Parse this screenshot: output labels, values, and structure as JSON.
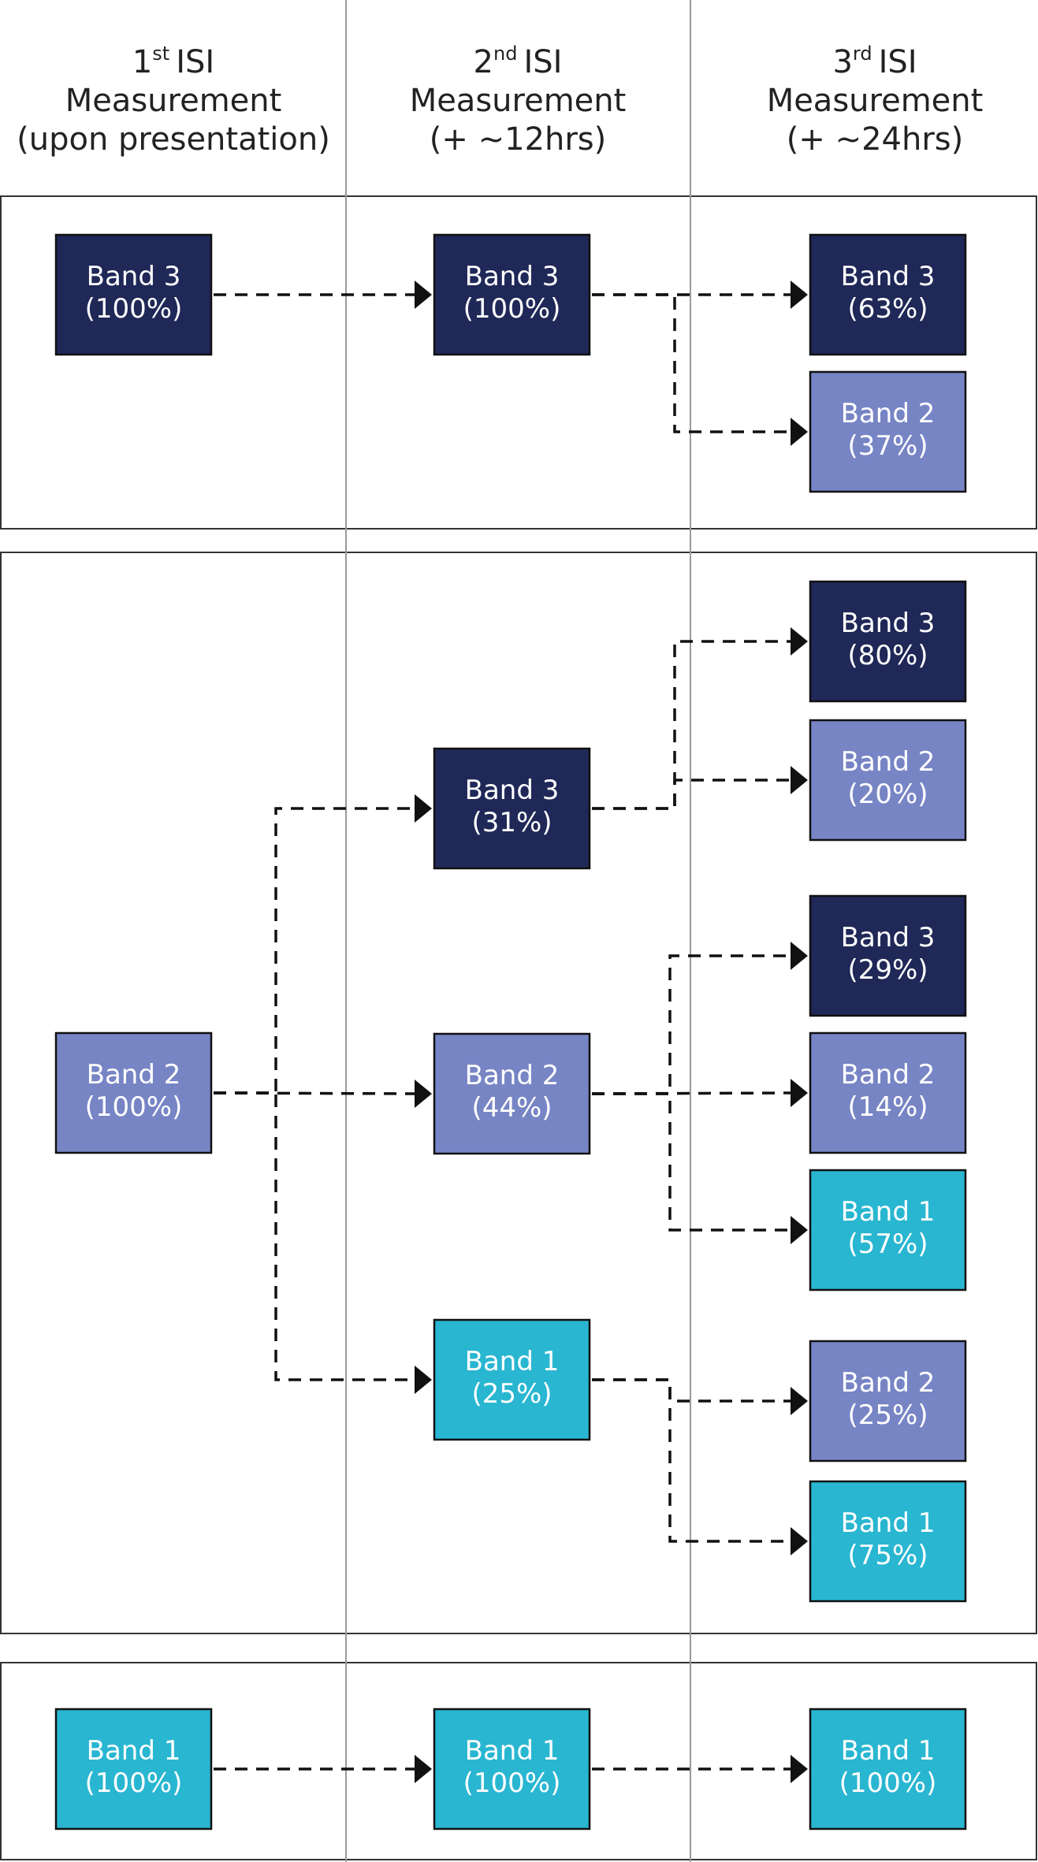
{
  "colors": {
    "band3": "#1f2857",
    "band2": "#7785c5",
    "band1": "#29b6d1"
  },
  "headers": [
    {
      "ordinal": "1",
      "suffix": "st",
      "word": "ISI",
      "line2": "Measurement",
      "line3": "(upon presentation)"
    },
    {
      "ordinal": "2",
      "suffix": "nd",
      "word": "ISI",
      "line2": "Measurement",
      "line3": "(+ ~12hrs)"
    },
    {
      "ordinal": "3",
      "suffix": "rd",
      "word": "ISI",
      "line2": "Measurement",
      "line3": "(+ ~24hrs)"
    }
  ],
  "nodes": [
    {
      "id": "p1-c1",
      "band": "band3",
      "label": "Band 3",
      "pct": "(100%)"
    },
    {
      "id": "p1-c2",
      "band": "band3",
      "label": "Band 3",
      "pct": "(100%)"
    },
    {
      "id": "p1-c3a",
      "band": "band3",
      "label": "Band 3",
      "pct": "(63%)"
    },
    {
      "id": "p1-c3b",
      "band": "band2",
      "label": "Band 2",
      "pct": "(37%)"
    },
    {
      "id": "p2-c1",
      "band": "band2",
      "label": "Band 2",
      "pct": "(100%)"
    },
    {
      "id": "p2-c2a",
      "band": "band3",
      "label": "Band 3",
      "pct": "(31%)"
    },
    {
      "id": "p2-c2b",
      "band": "band2",
      "label": "Band 2",
      "pct": "(44%)"
    },
    {
      "id": "p2-c2c",
      "band": "band1",
      "label": "Band 1",
      "pct": "(25%)"
    },
    {
      "id": "p2-c3a",
      "band": "band3",
      "label": "Band 3",
      "pct": "(80%)"
    },
    {
      "id": "p2-c3b",
      "band": "band2",
      "label": "Band 2",
      "pct": "(20%)"
    },
    {
      "id": "p2-c3c",
      "band": "band3",
      "label": "Band 3",
      "pct": "(29%)"
    },
    {
      "id": "p2-c3d",
      "band": "band2",
      "label": "Band 2",
      "pct": "(14%)"
    },
    {
      "id": "p2-c3e",
      "band": "band1",
      "label": "Band 1",
      "pct": "(57%)"
    },
    {
      "id": "p2-c3f",
      "band": "band2",
      "label": "Band 2",
      "pct": "(25%)"
    },
    {
      "id": "p2-c3g",
      "band": "band1",
      "label": "Band 1",
      "pct": "(75%)"
    },
    {
      "id": "p3-c1",
      "band": "band1",
      "label": "Band 1",
      "pct": "(100%)"
    },
    {
      "id": "p3-c2",
      "band": "band1",
      "label": "Band 1",
      "pct": "(100%)"
    },
    {
      "id": "p3-c3",
      "band": "band1",
      "label": "Band 1",
      "pct": "(100%)"
    }
  ],
  "edges": [
    {
      "from": "p1-c1",
      "to": "p1-c2"
    },
    {
      "from": "p1-c2",
      "to": "p1-c3a"
    },
    {
      "from": "p1-c2",
      "to": "p1-c3b"
    },
    {
      "from": "p2-c1",
      "to": "p2-c2a"
    },
    {
      "from": "p2-c1",
      "to": "p2-c2b"
    },
    {
      "from": "p2-c1",
      "to": "p2-c2c"
    },
    {
      "from": "p2-c2a",
      "to": "p2-c3a"
    },
    {
      "from": "p2-c2a",
      "to": "p2-c3b"
    },
    {
      "from": "p2-c2b",
      "to": "p2-c3c"
    },
    {
      "from": "p2-c2b",
      "to": "p2-c3d"
    },
    {
      "from": "p2-c2b",
      "to": "p2-c3e"
    },
    {
      "from": "p2-c2c",
      "to": "p2-c3f"
    },
    {
      "from": "p2-c2c",
      "to": "p2-c3g"
    },
    {
      "from": "p3-c1",
      "to": "p3-c2"
    },
    {
      "from": "p3-c2",
      "to": "p3-c3"
    }
  ]
}
